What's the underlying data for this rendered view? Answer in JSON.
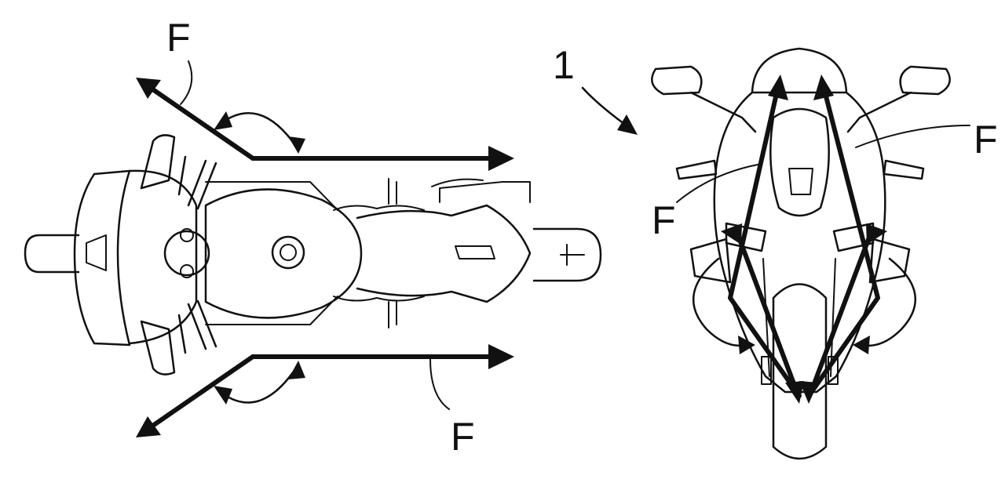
{
  "labels": {
    "force_top_left": "F",
    "force_bottom": "F",
    "figure_reference": "1",
    "force_front_right": "F",
    "force_front_left": "F"
  },
  "colors": {
    "ink": "#111111",
    "background": "#ffffff"
  }
}
